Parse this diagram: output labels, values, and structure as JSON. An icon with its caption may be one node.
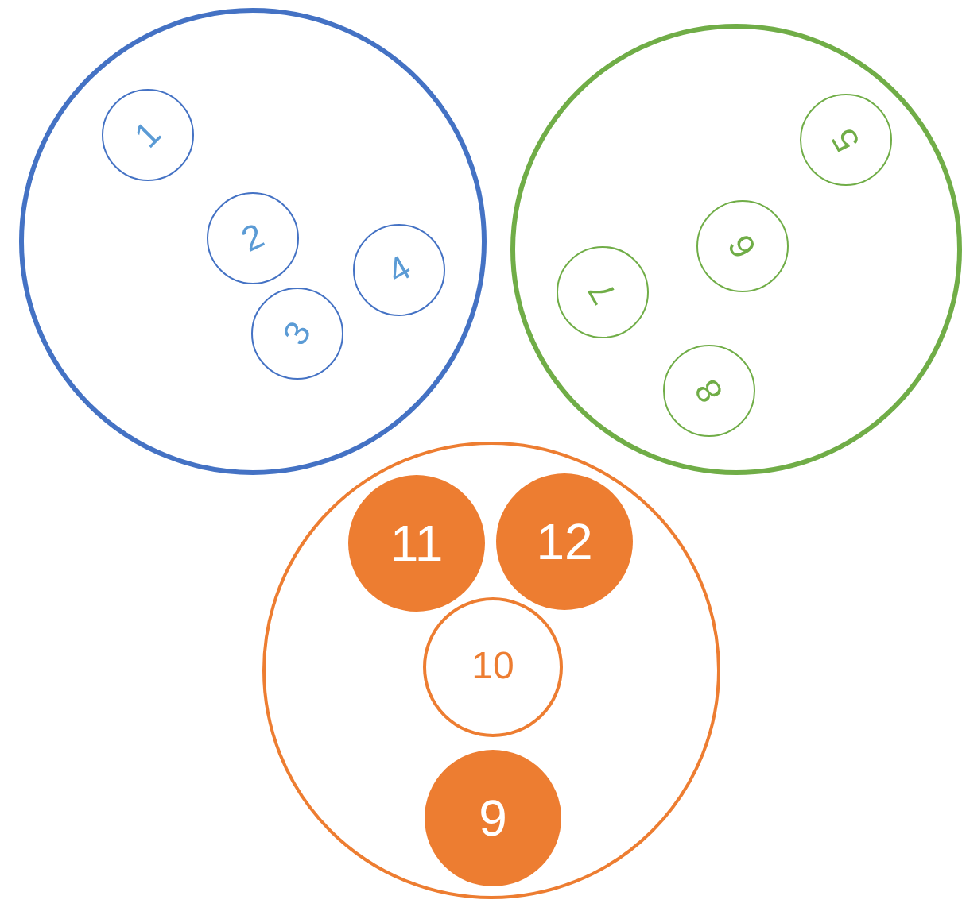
{
  "diagram": {
    "nodes": [
      {
        "text": [],
        "shape": "circle"
      },
      {
        "text": [
          "1"
        ],
        "in": 0
      },
      {
        "text": [
          "2"
        ],
        "in": 0
      },
      {
        "text": [
          "4"
        ],
        "in": 0
      },
      {
        "text": [
          "3"
        ],
        "in": 0
      },
      {
        "text": [],
        "shape": "circle"
      },
      {
        "text": [
          "5"
        ],
        "in": 5
      },
      {
        "text": [
          "6"
        ],
        "in": 5
      },
      {
        "text": [
          "7"
        ],
        "in": 5
      },
      {
        "text": [
          "8"
        ],
        "in": 5
      },
      {
        "text": [],
        "shape": "circle"
      },
      {
        "text": [
          "11"
        ],
        "in": 10
      },
      {
        "text": [
          "12"
        ],
        "in": 10
      },
      {
        "text": [
          "10"
        ],
        "in": 10
      },
      {
        "text": [
          "9"
        ],
        "in": 10
      }
    ]
  }
}
